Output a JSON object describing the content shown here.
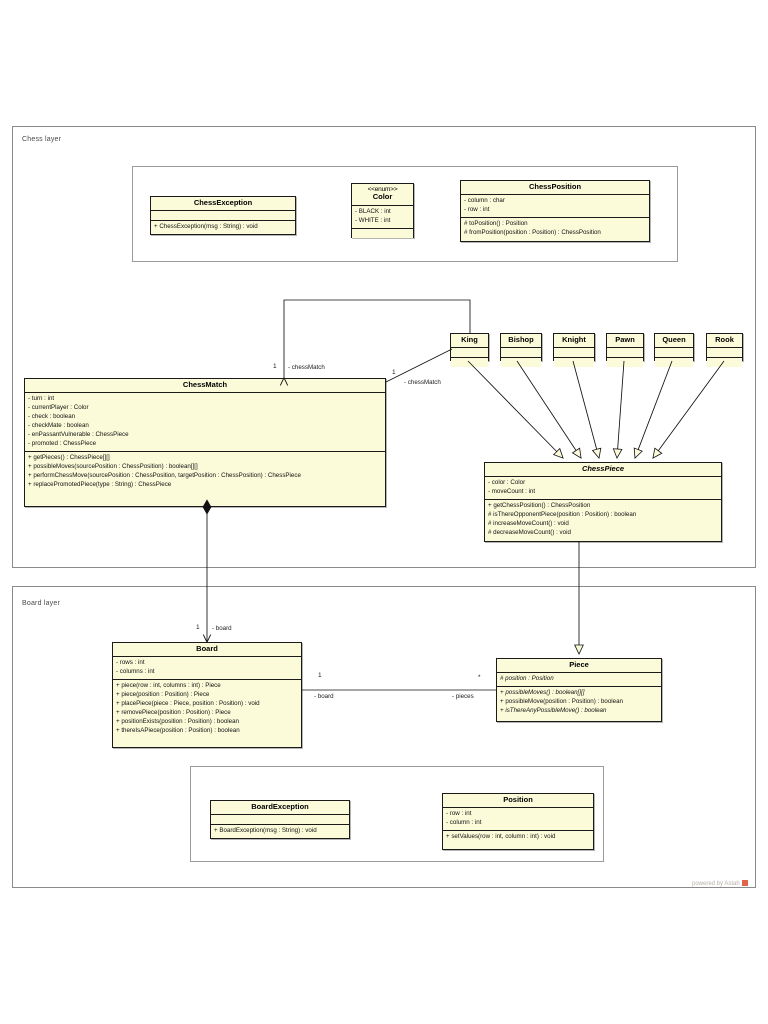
{
  "diagram": {
    "title": "Chess UML Class Diagram",
    "watermark": "powered by Astah",
    "colors": {
      "class_fill": "#fbfbd9",
      "class_border": "#1a1a1a",
      "package_border": "#8a8a8a",
      "page_background": "#ffffff"
    }
  },
  "packages": [
    {
      "id": "chess-layer",
      "label": "Chess layer"
    },
    {
      "id": "board-layer",
      "label": "Board layer"
    }
  ],
  "classes": {
    "chess_exception": {
      "name": "ChessException",
      "stereotype": "",
      "abstract": false,
      "attributes": [],
      "operations": [
        "+ ChessException(msg : String) : void"
      ]
    },
    "color_enum": {
      "name": "Color",
      "stereotype": "<<enum>>",
      "abstract": false,
      "attributes": [
        "- BLACK : int",
        "- WHITE : int"
      ],
      "operations": []
    },
    "chess_position": {
      "name": "ChessPosition",
      "stereotype": "",
      "abstract": false,
      "attributes": [
        "- column : char",
        "- row : int"
      ],
      "operations": [
        "# toPosition() : Position",
        "# fromPosition(position : Position) : ChessPosition"
      ]
    },
    "chess_match": {
      "name": "ChessMatch",
      "stereotype": "",
      "abstract": false,
      "attributes": [
        "- turn : int",
        "- currentPlayer : Color",
        "- check : boolean",
        "- checkMate : boolean",
        "- enPassantVulnerable : ChessPiece",
        "- promoted : ChessPiece"
      ],
      "operations": [
        "+ getPieces() : ChessPiece[][]",
        "+ possibleMoves(sourcePosition : ChessPosition) : boolean[][]",
        "+ performChessMove(sourcePosition : ChessPosition, targetPosition : ChessPosition) : ChessPiece",
        "+ replacePromotedPiece(type : String) : ChessPiece"
      ]
    },
    "chess_piece": {
      "name": "ChessPiece",
      "stereotype": "",
      "abstract": true,
      "attributes": [
        "- color : Color",
        "- moveCount : int"
      ],
      "operations": [
        "+ getChessPosition() : ChessPosition",
        "# isThereOpponentPiece(position : Position) : boolean",
        "# increaseMoveCount() : void",
        "# decreaseMoveCount() : void"
      ]
    },
    "board": {
      "name": "Board",
      "stereotype": "",
      "abstract": false,
      "attributes": [
        "- rows : int",
        "- columns : int"
      ],
      "operations": [
        "+ piece(row : int, columns : int) : Piece",
        "+ piece(position : Position) : Piece",
        "+ placePiece(piece : Piece, position : Position) : void",
        "+ removePiece(position : Position) : Piece",
        "+ positionExists(position : Position) : boolean",
        "+ thereIsAPiece(position : Position) : boolean"
      ]
    },
    "piece": {
      "name": "Piece",
      "stereotype": "",
      "abstract": false,
      "attributes": [
        "# position : Position"
      ],
      "operations": [
        "+ possibleMoves() : boolean[][]",
        "+ possibleMove(position : Position) : boolean",
        "+ isThereAnyPossibleMove() : boolean"
      ],
      "operations_italic": [
        true,
        false,
        true
      ]
    },
    "board_exception": {
      "name": "BoardException",
      "stereotype": "",
      "abstract": false,
      "attributes": [],
      "operations": [
        "+ BoardException(msg : String) : void"
      ]
    },
    "position": {
      "name": "Position",
      "stereotype": "",
      "abstract": false,
      "attributes": [
        "- row : int",
        "- column : int"
      ],
      "operations": [
        "+ setValues(row : int, column : int) : void"
      ]
    }
  },
  "piece_subclasses": [
    {
      "name": "King"
    },
    {
      "name": "Bishop"
    },
    {
      "name": "Knight"
    },
    {
      "name": "Pawn"
    },
    {
      "name": "Queen"
    },
    {
      "name": "Rook"
    }
  ],
  "association_labels": {
    "chessmatch_left_mult": "1",
    "chessmatch_left_role": "- chessMatch",
    "chessmatch_right_mult": "1",
    "chessmatch_right_role": "- chessMatch",
    "board_mult": "1",
    "board_role": "- board",
    "board_piece_left_mult": "1",
    "board_piece_left_role": "- board",
    "board_piece_right_mult": "*",
    "board_piece_right_role": "- pieces"
  }
}
